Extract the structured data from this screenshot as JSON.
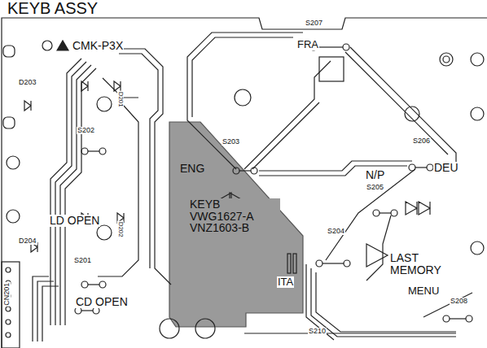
{
  "diagram": {
    "title": "KEYB ASSY",
    "labels": [
      "CMK-P3X",
      "S207",
      "FRA",
      "D203",
      "D201",
      "S202",
      "S203",
      "ENG",
      "S206",
      "DEU",
      "N/P",
      "S205",
      "LD OPEN",
      "D202",
      "D204",
      "S201",
      "KEYB VWG1627-A VNZ1603-B",
      "S204",
      "ITA",
      "LAST MEMORY",
      "MENU",
      "S208",
      "CN201",
      "CD OPEN",
      "S210"
    ]
  }
}
